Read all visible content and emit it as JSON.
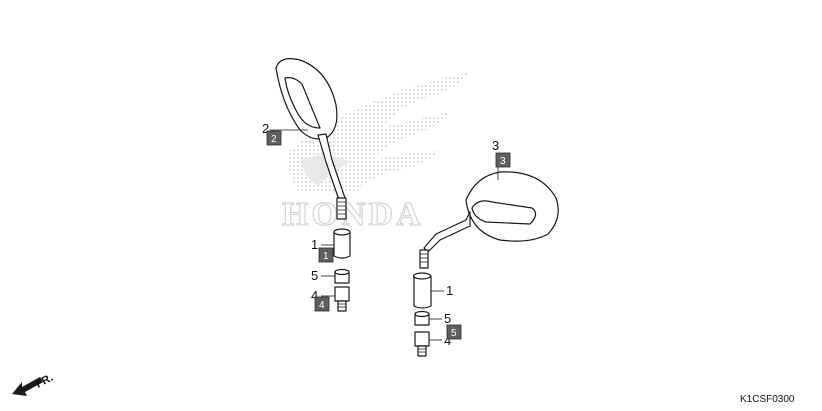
{
  "watermark": {
    "brand_text": "HONDA"
  },
  "callouts": {
    "c1": "2",
    "c2": "3",
    "c3": "1",
    "c4": "5",
    "c5": "4",
    "c6": "1",
    "c7": "5",
    "c8": "4"
  },
  "tags": {
    "t1": "2",
    "t2": "3",
    "t3": "1",
    "t4": "4",
    "t5": "5"
  },
  "direction": {
    "label": "FR."
  },
  "diagram_code": "K1CSF0300",
  "colors": {
    "tag_fill": "#5f5f5f",
    "line": "#1a1a1a",
    "watermark": "#d4d4d4"
  }
}
